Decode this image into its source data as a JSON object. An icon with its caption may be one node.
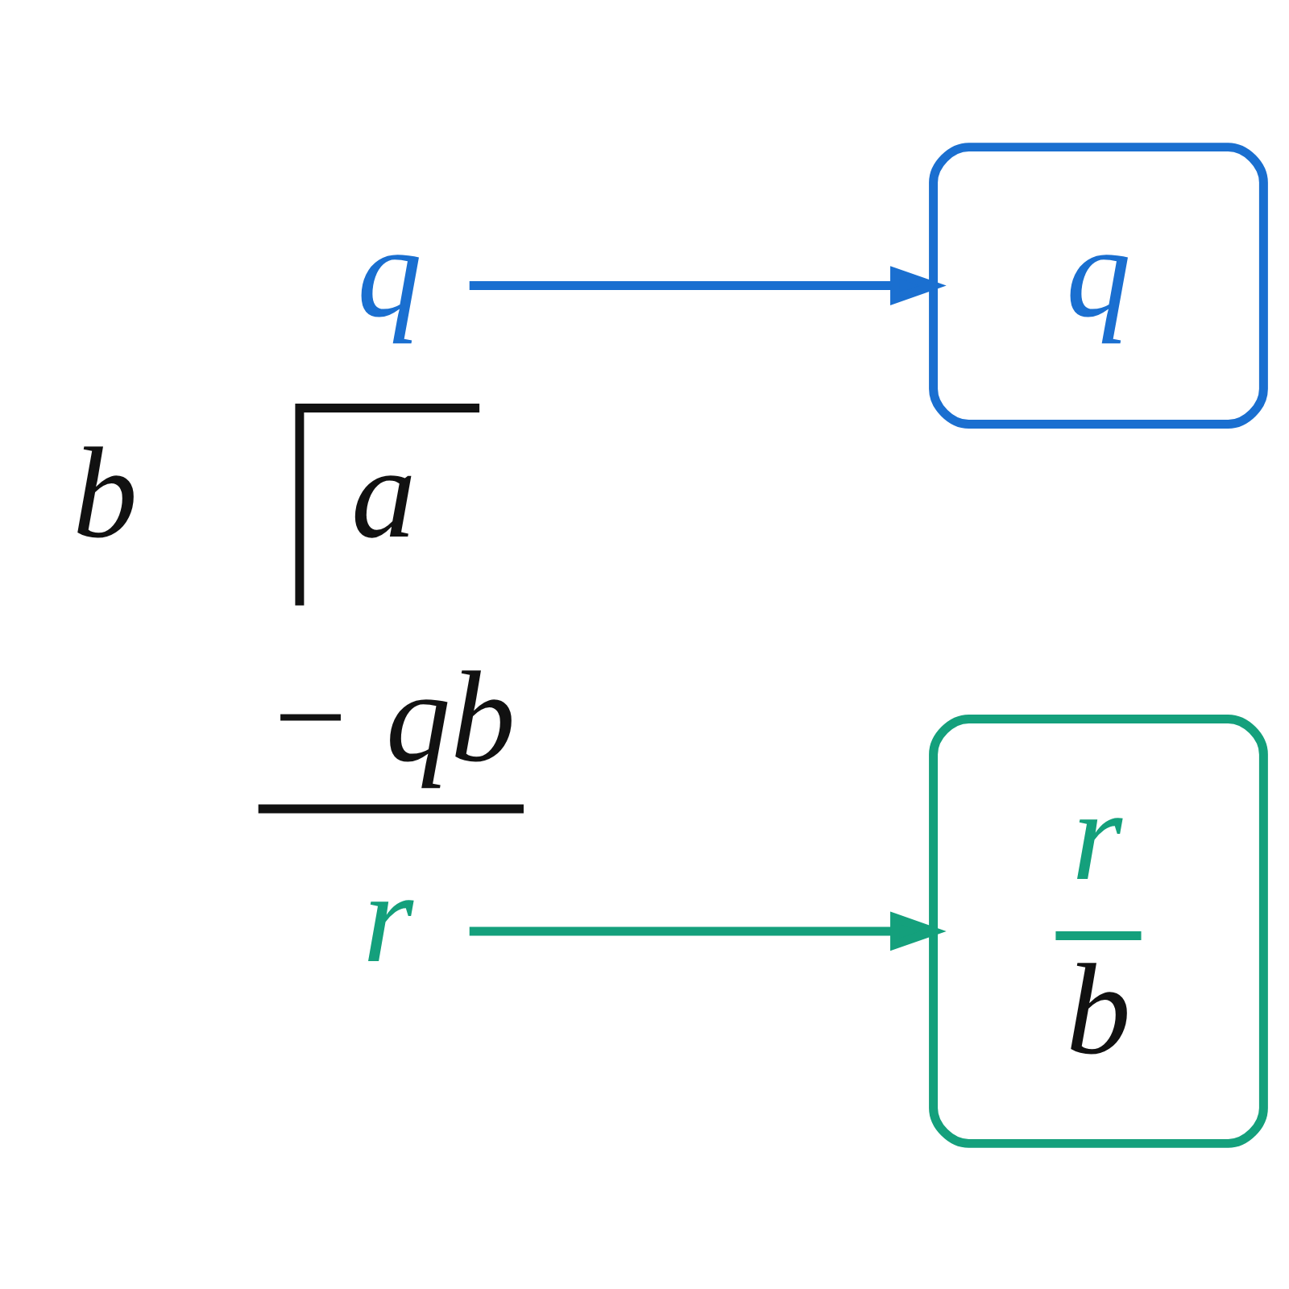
{
  "diagram": {
    "nodes": [
      {
        "text": [
          "q"
        ]
      },
      {
        "text": [
          "q"
        ]
      },
      {
        "text": [
          "r"
        ]
      },
      {
        "text": [
          "r",
          "b"
        ]
      }
    ],
    "edges": [
      {
        "from": 0,
        "to": 1,
        "arrow": "to",
        "color": "#1a6fd0"
      },
      {
        "from": 2,
        "to": 3,
        "arrow": "to",
        "color": "#14a07c"
      }
    ],
    "labels": [
      "b",
      "a",
      "− qb"
    ]
  }
}
